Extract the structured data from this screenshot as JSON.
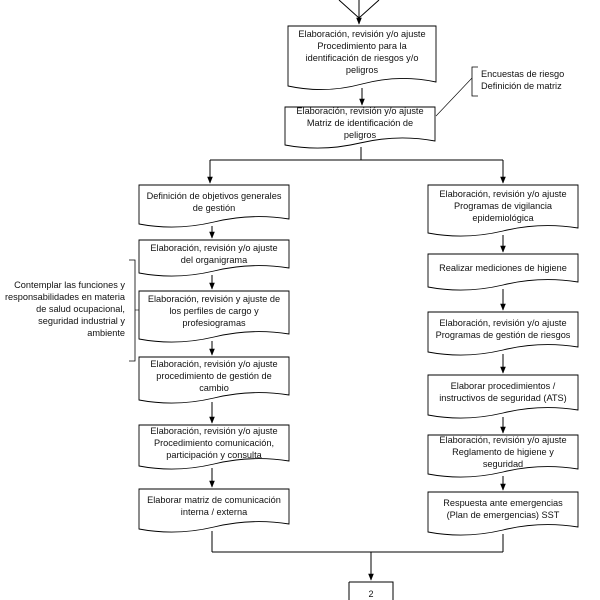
{
  "flowchart": {
    "top_box": "Elaboración, revisión y/o ajuste Procedimiento para la identificación de riesgos y/o peligros",
    "matrix_box": "Elaboración, revisión y/o ajuste Matriz de identificación de peligros",
    "matrix_note": {
      "line1": "Encuestas de riesgo",
      "line2": "Definición de matriz"
    },
    "left_column": [
      "Definición de objetivos generales de gestión",
      "Elaboración, revisión y/o ajuste del organigrama",
      "Elaboración, revisión y ajuste de los perfiles de cargo y profesiogramas",
      "Elaboración, revisión y/o ajuste procedimiento de gestión de cambio",
      "Elaboración, revisión y/o ajuste Procedimiento comunicación, participación y consulta",
      "Elaborar matriz de comunicación interna / externa"
    ],
    "right_column": [
      "Elaboración, revisión y/o ajuste Programas de vigilancia epidemiológica",
      "Realizar mediciones de higiene",
      "Elaboración, revisión y/o ajuste Programas de gestión de riesgos",
      "Elaborar procedimientos / instructivos de seguridad (ATS)",
      "Elaboración, revisión y/o ajuste Reglamento de higiene y seguridad",
      "Respuesta ante emergencias (Plan de emergencias) SST"
    ],
    "side_note": "Contemplar las funciones y responsabilidades en materia de salud ocupacional, seguridad industrial y ambiente",
    "page_connector": "2"
  }
}
